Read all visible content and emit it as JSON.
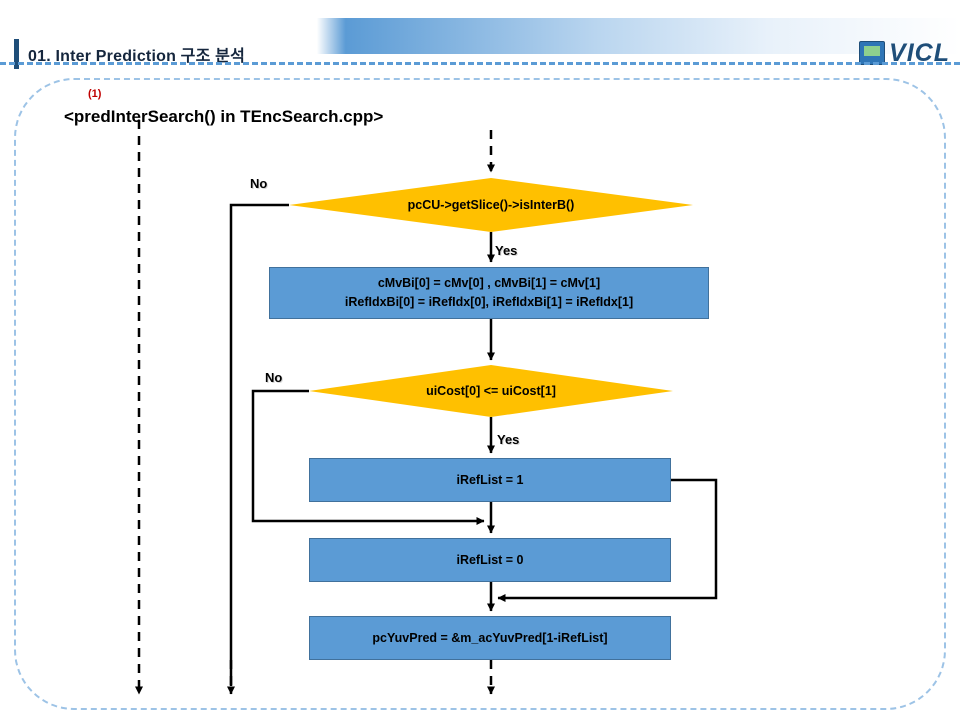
{
  "header": {
    "title": "01. Inter Prediction 구조 분석",
    "logo_text": "VICL",
    "logo_icon": "monitor-icon"
  },
  "slide": {
    "step_number": "(1)",
    "code_title": "<predInterSearch() in TEncSearch.cpp>"
  },
  "flow": {
    "nodes": [
      {
        "id": "decision-isinterb",
        "type": "decision",
        "label": "pcCU->getSlice()->isInterB()"
      },
      {
        "id": "process-assign-bi",
        "type": "process",
        "line1": "cMvBi[0] = cMv[0] , cMvBi[1] = cMv[1]",
        "line2": "iRefIdxBi[0] = iRefIdx[0], iRefIdxBi[1] = iRefIdx[1]"
      },
      {
        "id": "decision-uicost",
        "type": "decision",
        "label": "uiCost[0] <= uiCost[1]"
      },
      {
        "id": "process-ireflist-1",
        "type": "process",
        "label": "iRefList = 1"
      },
      {
        "id": "process-ireflist-0",
        "type": "process",
        "label": "iRefList = 0"
      },
      {
        "id": "process-pcyuvpred",
        "type": "process",
        "label": "pcYuvPred = &m_acYuvPred[1-iRefList]"
      }
    ],
    "edge_labels": {
      "no_1": "No",
      "yes_1": "Yes",
      "no_2": "No",
      "yes_2": "Yes"
    }
  },
  "colors": {
    "decision_fill": "#ffc000",
    "process_fill": "#5b9bd5",
    "process_stroke": "#41719c",
    "frame_dash": "#9dc3e6",
    "header_accent": "#1f4e79",
    "step_number": "#c00000"
  }
}
